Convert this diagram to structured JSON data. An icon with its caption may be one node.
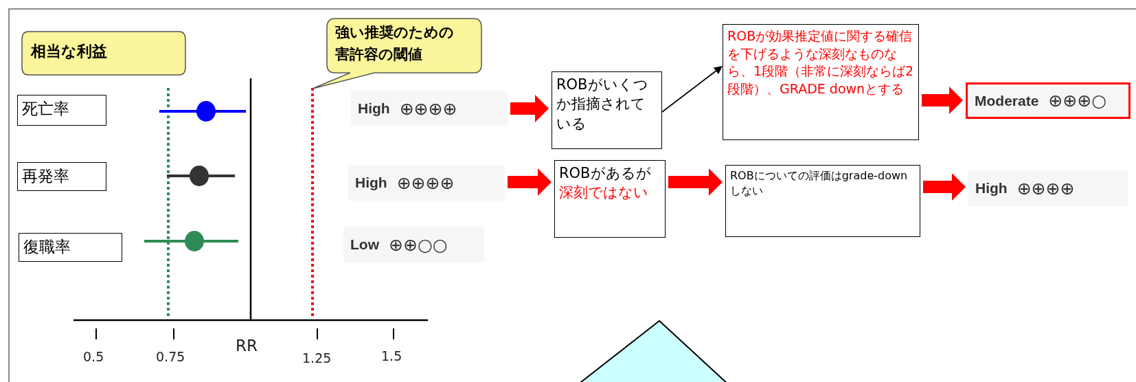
{
  "diagram": {
    "nodes": [
      {
        "text": [
          "相当な利益"
        ]
      },
      {
        "text": [
          "強い推奨のための害許容の閾値"
        ]
      },
      {
        "text": [
          "死亡率"
        ]
      },
      {
        "text": [
          "再発率"
        ]
      },
      {
        "text": [
          "復職率"
        ]
      },
      {
        "text": [
          "High",
          "⊕⊕⊕⊕"
        ]
      },
      {
        "text": [
          "ROBがいくつか指摘されている"
        ]
      },
      {
        "text": [
          "ROBが効果推定値に関する確信を下げるような深刻なものなら、1段階（非常に深刻ならば2段階）、GRADE downとする"
        ]
      },
      {
        "text": [
          "Moderate",
          "⊕⊕⊕○"
        ]
      },
      {
        "text": [
          "High",
          "⊕⊕⊕⊕"
        ]
      },
      {
        "text": [
          "ROBがあるが深刻ではない"
        ]
      },
      {
        "text": [
          "ROBについての評価はgrade-downしない"
        ]
      },
      {
        "text": [
          "High",
          "⊕⊕⊕⊕"
        ]
      },
      {
        "text": [
          "Low",
          "⊕⊕○○"
        ]
      },
      {
        "text": [],
        "shape": "triangle"
      }
    ],
    "edges": [
      {
        "from": 5,
        "to": 6,
        "arrow": "to"
      },
      {
        "from": 6,
        "to": 7,
        "arrow": "to",
        "color": "#000000"
      },
      {
        "from": 7,
        "to": 8,
        "arrow": "to"
      },
      {
        "from": 9,
        "to": 10,
        "arrow": "to"
      },
      {
        "from": 10,
        "to": 11,
        "arrow": "to"
      },
      {
        "from": 11,
        "to": 12,
        "arrow": "to"
      }
    ],
    "labels": [
      "0.5",
      "0.75",
      "RR",
      "1.25",
      "1.5"
    ]
  }
}
